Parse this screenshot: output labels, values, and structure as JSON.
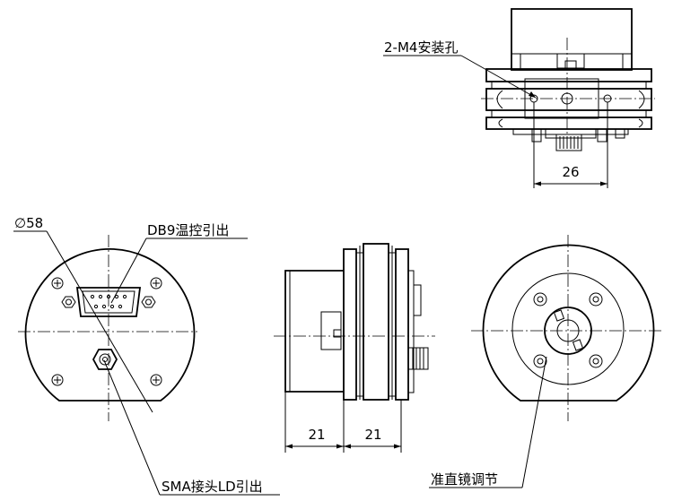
{
  "annotations": {
    "mount_holes": "2-M4安装孔",
    "diameter": "∅58",
    "db9": "DB9温控引出",
    "sma": "SMA接头LD引出",
    "collimator": "准直镜调节",
    "dim_26": "26",
    "dim_21_left": "21",
    "dim_21_right": "21"
  }
}
